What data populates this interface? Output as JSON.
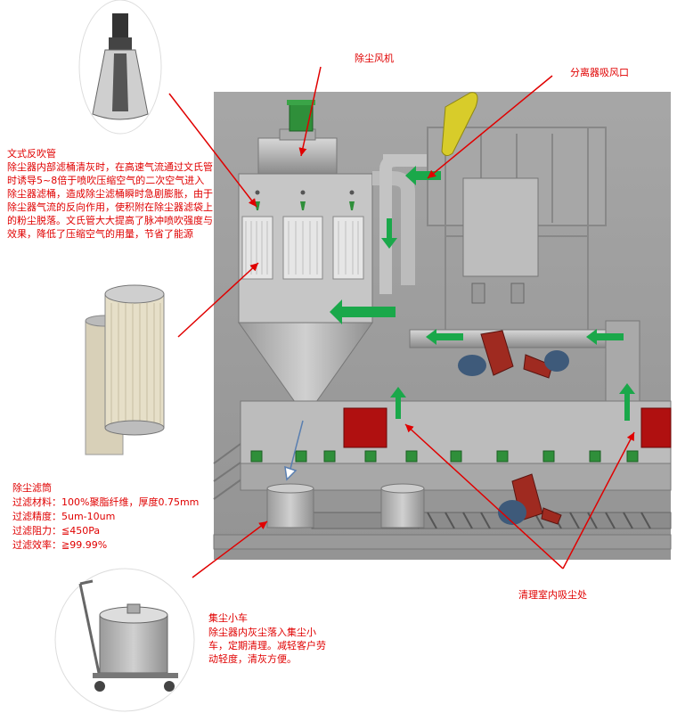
{
  "labels": {
    "fan": "除尘风机",
    "separator_inlet": "分离器吸风口",
    "venturi_title": "文式反吹管",
    "venturi_desc": "除尘器内部滤桶清灰时，在高速气流通过文氏管时诱导5~8倍于喷吹压缩空气的二次空气进入除尘器滤桶，造成除尘滤桶瞬时急剧膨胀，由于除尘器气流的反向作用，使积附在除尘器滤袋上的粉尘脱落。文氏管大大提高了脉冲喷吹强度与效果，降低了压缩空气的用量，节省了能源",
    "filter_title": "除尘滤筒",
    "filter_specs": [
      "过滤材料：100%聚脂纤维，厚度0.75mm",
      "过滤精度：5um-10um",
      "过滤阻力：≦450Pa",
      "过滤效率：≧99.99%"
    ],
    "cleaning_room": "清理室内吸尘处",
    "cart_title": "集尘小车",
    "cart_desc": "除尘器内灰尘落入集尘小车，定期清理。减轻客户劳动轻度，清灰方便。"
  },
  "colors": {
    "label_red": "#e00000",
    "arrow_green": "#1aa84a",
    "machine_gray": "#b8b8b8",
    "background_panel": "#9a9a9a",
    "door_red": "#b01010",
    "motor_green": "#2f8f3a",
    "cyclone_yellow": "#d8cc2a"
  }
}
